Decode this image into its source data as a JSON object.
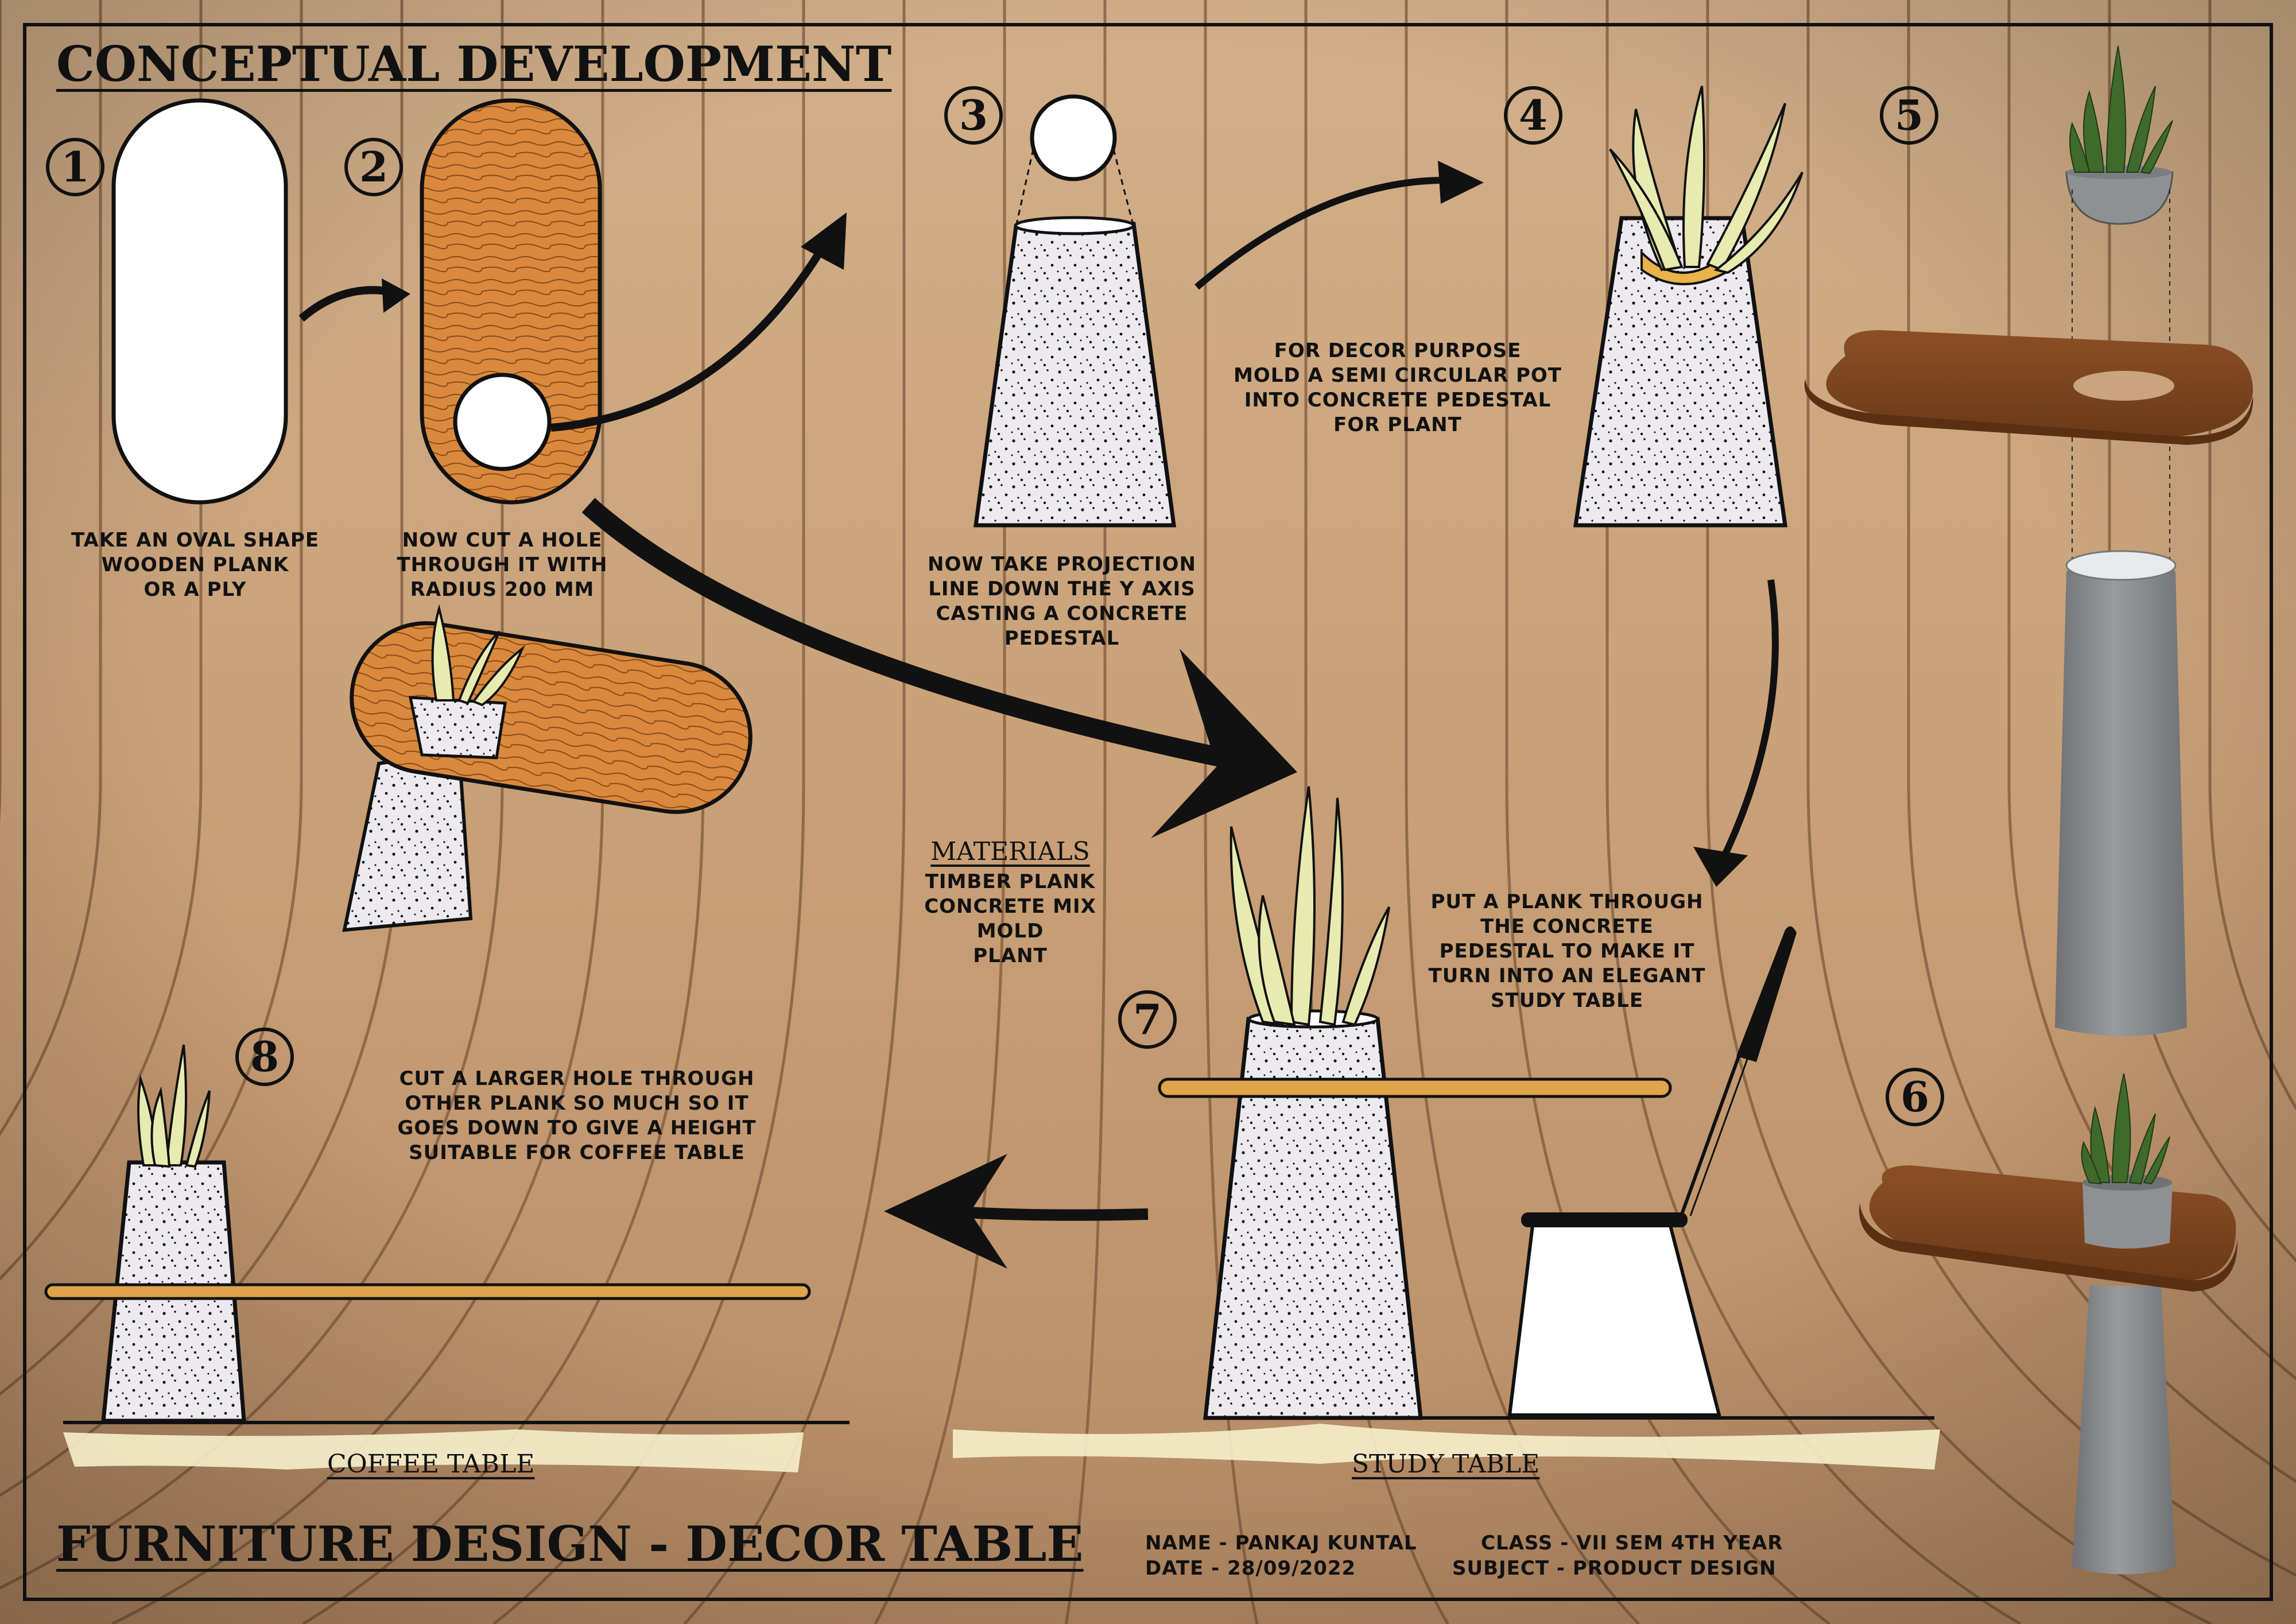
{
  "header": {
    "title": "CONCEPTUAL DEVELOPMENT"
  },
  "footer": {
    "title": "FURNITURE DESIGN - DECOR TABLE",
    "name": "NAME - PANKAJ KUNTAL",
    "date": "DATE - 28/09/2022",
    "class": "CLASS - VII SEM 4TH YEAR",
    "subject": "SUBJECT - PRODUCT DESIGN"
  },
  "steps": [
    {
      "number": "1",
      "caption": "TAKE AN OVAL SHAPE\nWOODEN PLANK\nOR A PLY"
    },
    {
      "number": "2",
      "caption": "NOW CUT A HOLE\nTHROUGH IT WITH\nRADIUS 200 MM"
    },
    {
      "number": "3",
      "caption": "NOW TAKE PROJECTION\nLINE DOWN THE Y AXIS\nCASTING A CONCRETE\nPEDESTAL"
    },
    {
      "number": "4",
      "caption": "FOR DECOR PURPOSE\nMOLD A SEMI CIRCULAR POT\nINTO CONCRETE PEDESTAL\nFOR PLANT"
    },
    {
      "number": "5",
      "caption": ""
    },
    {
      "number": "6",
      "caption": ""
    },
    {
      "number": "7",
      "caption": "PUT A PLANK THROUGH\nTHE CONCRETE\nPEDESTAL TO MAKE IT\nTURN INTO AN ELEGANT\nSTUDY TABLE"
    },
    {
      "number": "8",
      "caption": "CUT A LARGER HOLE THROUGH\nOTHER PLANK SO MUCH SO IT\nGOES DOWN TO GIVE A HEIGHT\nSUITABLE FOR COFFEE TABLE"
    }
  ],
  "materials": {
    "heading": "MATERIALS",
    "items": [
      "TIMBER PLANK",
      "CONCRETE MIX",
      "MOLD",
      "PLANT"
    ]
  },
  "labels": {
    "coffee_table": "COFFEE TABLE",
    "study_table": "STUDY TABLE"
  },
  "colors": {
    "wood_bg": "#c9a47f",
    "plank": "#d98a3e",
    "concrete": "#e8e4ea",
    "render_wood": "#7a4420",
    "render_concrete": "#8e9093",
    "ink": "#111111"
  }
}
